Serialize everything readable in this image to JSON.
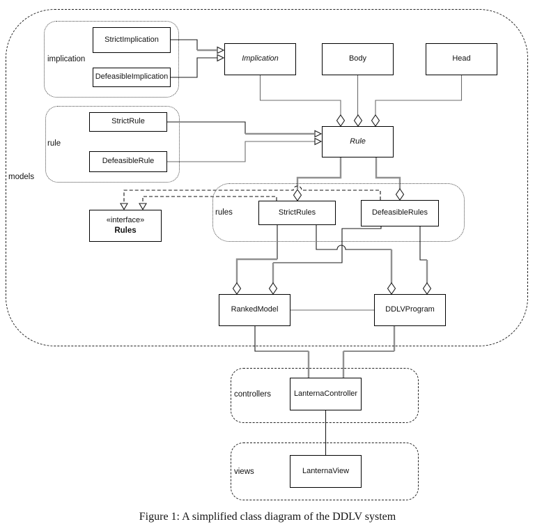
{
  "figure": {
    "caption": "Figure 1: A simplified class diagram of the DDLV system"
  },
  "groups": {
    "models": "models",
    "implication": "implication",
    "rule": "rule",
    "rules": "rules",
    "controllers": "controllers",
    "views": "views"
  },
  "classes": {
    "strict_implication": "StrictImplication",
    "defeasible_implication": "DefeasibleImplication",
    "implication": "Implication",
    "body": "Body",
    "head": "Head",
    "strict_rule": "StrictRule",
    "defeasible_rule": "DefeasibleRule",
    "rule": "Rule",
    "interface_stereotype": "«interface»",
    "interface_name": "Rules",
    "strict_rules": "StrictRules",
    "defeasible_rules": "DefeasibleRules",
    "ranked_model": "RankedModel",
    "ddlv_program": "DDLVProgram",
    "lanterna_controller": "LanternaController",
    "lanterna_view": "LanternaView"
  },
  "relationships": [
    {
      "from": "StrictImplication",
      "to": "Implication",
      "type": "generalization"
    },
    {
      "from": "DefeasibleImplication",
      "to": "Implication",
      "type": "generalization"
    },
    {
      "from": "StrictRule",
      "to": "Rule",
      "type": "generalization"
    },
    {
      "from": "DefeasibleRule",
      "to": "Rule",
      "type": "generalization"
    },
    {
      "from": "Implication",
      "to": "Rule",
      "type": "aggregation"
    },
    {
      "from": "Body",
      "to": "Rule",
      "type": "aggregation"
    },
    {
      "from": "Head",
      "to": "Rule",
      "type": "aggregation"
    },
    {
      "from": "Rule",
      "to": "StrictRules",
      "type": "aggregation"
    },
    {
      "from": "Rule",
      "to": "DefeasibleRules",
      "type": "aggregation"
    },
    {
      "from": "StrictRules",
      "to": "Rules",
      "type": "realization"
    },
    {
      "from": "DefeasibleRules",
      "to": "Rules",
      "type": "realization"
    },
    {
      "from": "StrictRules",
      "to": "RankedModel",
      "type": "aggregation"
    },
    {
      "from": "StrictRules",
      "to": "DDLVProgram",
      "type": "aggregation"
    },
    {
      "from": "DefeasibleRules",
      "to": "RankedModel",
      "type": "aggregation"
    },
    {
      "from": "DefeasibleRules",
      "to": "DDLVProgram",
      "type": "aggregation"
    },
    {
      "from": "RankedModel",
      "to": "DDLVProgram",
      "type": "association"
    },
    {
      "from": "RankedModel",
      "to": "LanternaController",
      "type": "association"
    },
    {
      "from": "DDLVProgram",
      "to": "LanternaController",
      "type": "association"
    },
    {
      "from": "LanternaController",
      "to": "LanternaView",
      "type": "association"
    }
  ],
  "colors": {
    "background": "#ffffff",
    "line": "#000000",
    "connector_gray": "#909090",
    "association_gray": "#6b6b6b"
  }
}
